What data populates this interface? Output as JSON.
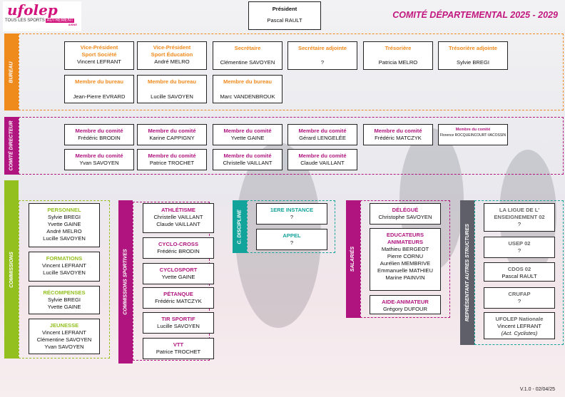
{
  "logo": {
    "brand": "ufolep",
    "tagline_a": "TOUS LES SPORTS",
    "tagline_b": "AUTREMENT",
    "sub": "AISNE"
  },
  "title": "COMITÉ DÉPARTEMENTAL 2025 - 2029",
  "president": {
    "role": "Président",
    "name": "Pascal RAULT"
  },
  "sections": {
    "bureau": "BUREAU",
    "comite": "COMITÉ DIRECTEUR",
    "commissions": "COMMISSIONS",
    "sportives": "COMMISSIONS SPORTIVES",
    "discipline": "C. DISCIPLINE",
    "salaries": "SALARIÉS",
    "representant": "REPRÉSENTANT AUTRES STRUCTURES"
  },
  "bureau": {
    "row1": [
      {
        "role": "Vice-Président\nSport Société",
        "name": "Vincent LEFRANT"
      },
      {
        "role": "Vice-Président\nSport Éducation",
        "name": "André MELRO"
      },
      {
        "role": "Secrétaire",
        "name": "Clémentine SAVOYEN"
      },
      {
        "role": "Secrétaire adjointe",
        "name": "?"
      },
      {
        "role": "Trésorière",
        "name": "Patricia MELRO"
      },
      {
        "role": "Trésorière adjointe",
        "name": "Sylvie BREGI"
      }
    ],
    "row2": [
      {
        "role": "Membre du bureau",
        "name": "Jean-Pierre EVRARD"
      },
      {
        "role": "Membre du bureau",
        "name": "Lucille SAVOYEN"
      },
      {
        "role": "Membre du bureau",
        "name": "Marc VANDENBROUK"
      }
    ]
  },
  "comite": {
    "row1": [
      {
        "role": "Membre du comité",
        "name": "Frédéric BRODIN"
      },
      {
        "role": "Membre du comité",
        "name": "Karine CAPPIGNY"
      },
      {
        "role": "Membre du comité",
        "name": "Yvette GAINE"
      },
      {
        "role": "Membre du comité",
        "name": "Gérard LENGELÉE"
      },
      {
        "role": "Membre du comité",
        "name": "Frédéric MATCZYK"
      },
      {
        "role": "Membre du comité",
        "name": "Florence ROCQUEINCOURT-VACOSSIN"
      }
    ],
    "row2": [
      {
        "role": "Membre du comité",
        "name": "Yvan SAVOYEN"
      },
      {
        "role": "Membre du comité",
        "name": "Patrice TROCHET"
      },
      {
        "role": "Membre du comité",
        "name": "Christelle VAILLANT"
      },
      {
        "role": "Membre du comité",
        "name": "Claude VAILLANT"
      }
    ]
  },
  "commissions": [
    {
      "role": "PERSONNEL",
      "names": [
        "Sylvie BREGI",
        "Yvette GAINE",
        "André MELRO",
        "Lucille SAVOYEN"
      ]
    },
    {
      "role": "FORMATIONS",
      "names": [
        "Vincent LEFRANT",
        "Lucille SAVOYEN"
      ]
    },
    {
      "role": "RÉCOMPENSES",
      "names": [
        "Sylvie BREGI",
        "Yvette GAINE"
      ]
    },
    {
      "role": "JEUNESSE",
      "names": [
        "Vincent LEFRANT",
        "Clémentine SAVOYEN",
        "Yvan SAVOYEN"
      ]
    }
  ],
  "sportives": [
    {
      "role": "ATHLÉTISME",
      "names": [
        "Christelle VAILLANT",
        "Claude VAILLANT"
      ]
    },
    {
      "role": "CYCLO-CROSS",
      "names": [
        "Frédéric BRODIN"
      ]
    },
    {
      "role": "CYCLOSPORT",
      "names": [
        "Yvette GAINE"
      ]
    },
    {
      "role": "PÉTANQUE",
      "names": [
        "Frédéric MATCZYK"
      ]
    },
    {
      "role": "TIR SPORTIF",
      "names": [
        "Lucille SAVOYEN"
      ]
    },
    {
      "role": "VTT",
      "names": [
        "Patrice TROCHET"
      ]
    }
  ],
  "discipline": [
    {
      "role": "1ERE INSTANCE",
      "names": [
        "?"
      ]
    },
    {
      "role": "APPEL",
      "names": [
        "?"
      ]
    }
  ],
  "salaries": [
    {
      "role": "DÉLÉGUÉ",
      "names": [
        "Christophe SAVOYEN"
      ]
    },
    {
      "role": "EDUCATEURS\nANIMATEURS",
      "names": [
        "Mathieu BERGEOT",
        "Pierre CORNU",
        "Aurélien MEMBRIVE",
        "Emmanuelle MATHIEU",
        "Marine PAINVIN"
      ]
    },
    {
      "role": "AIDE-ANIMATEUR",
      "names": [
        "Grégory DUFOUR"
      ]
    }
  ],
  "representant": [
    {
      "role": "LA LIGUE DE L'\nENSEIGNEMENT 02",
      "names": [
        "?"
      ]
    },
    {
      "role": "USEP 02",
      "names": [
        "?"
      ]
    },
    {
      "role": "CDOS 02",
      "names": [
        "Pascal RAULT"
      ]
    },
    {
      "role": "CRUFAP",
      "names": [
        "?"
      ]
    },
    {
      "role": "UFOLEP Nationale",
      "names": [
        "Vincent LEFRANT",
        "(Act. Cyclistes)"
      ]
    }
  ],
  "colors": {
    "orange": "#ef8a1d",
    "magenta": "#b0157f",
    "green": "#93c01f",
    "teal": "#12a39a",
    "grey": "#666666",
    "title": "#c2177f"
  },
  "version": "V.1.0 - 02/04/25"
}
